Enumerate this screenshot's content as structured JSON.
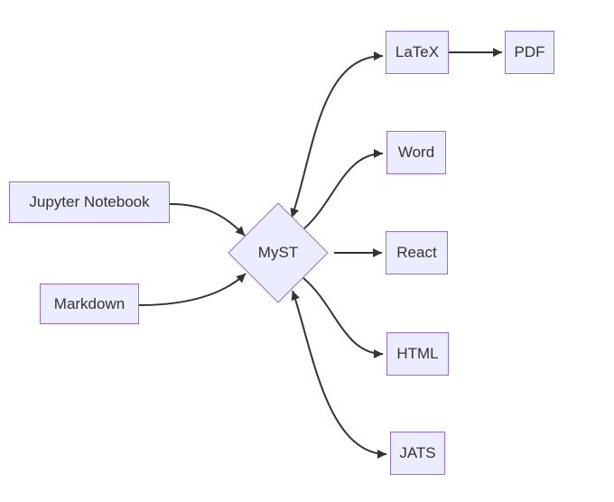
{
  "diagram": {
    "type": "flowchart",
    "direction": "left-to-right",
    "background_color": "#ffffff",
    "node_fill_color": "#ECECFF",
    "node_border_color": "#9370DB",
    "edge_color": "#333333",
    "text_color": "#333333",
    "nodes": [
      {
        "id": "jupyter",
        "label": "Jupyter Notebook",
        "shape": "rect"
      },
      {
        "id": "markdown",
        "label": "Markdown",
        "shape": "rect"
      },
      {
        "id": "myst",
        "label": "MyST",
        "shape": "diamond"
      },
      {
        "id": "latex",
        "label": "LaTeX",
        "shape": "rect"
      },
      {
        "id": "pdf",
        "label": "PDF",
        "shape": "rect"
      },
      {
        "id": "word",
        "label": "Word",
        "shape": "rect"
      },
      {
        "id": "react",
        "label": "React",
        "shape": "rect"
      },
      {
        "id": "html",
        "label": "HTML",
        "shape": "rect"
      },
      {
        "id": "jats",
        "label": "JATS",
        "shape": "rect"
      }
    ],
    "edges": [
      {
        "from": "jupyter",
        "to": "myst",
        "type": "arrow"
      },
      {
        "from": "markdown",
        "to": "myst",
        "type": "arrow"
      },
      {
        "from": "myst",
        "to": "latex",
        "type": "bidirectional"
      },
      {
        "from": "latex",
        "to": "pdf",
        "type": "arrow"
      },
      {
        "from": "myst",
        "to": "word",
        "type": "arrow"
      },
      {
        "from": "myst",
        "to": "react",
        "type": "arrow"
      },
      {
        "from": "myst",
        "to": "html",
        "type": "arrow"
      },
      {
        "from": "myst",
        "to": "jats",
        "type": "bidirectional"
      }
    ]
  }
}
